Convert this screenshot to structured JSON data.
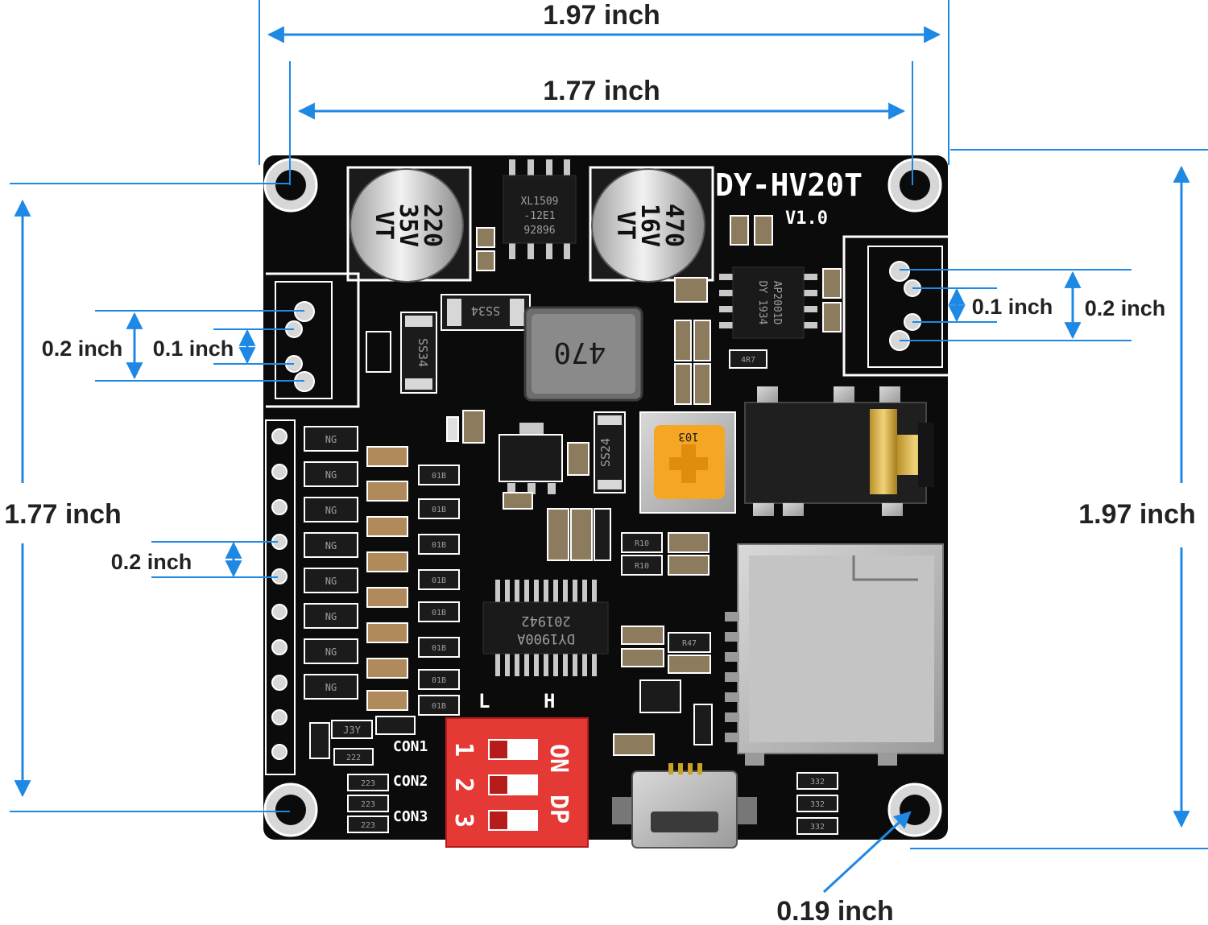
{
  "board": {
    "model": "DY-HV20T",
    "version": "V1.0",
    "capacitor_left": [
      "220",
      "35V",
      "VT"
    ],
    "capacitor_right": [
      "470",
      "16V",
      "VT"
    ],
    "regulator_ic": [
      "XL1509",
      "-12E1",
      "92896"
    ],
    "amp_ic": [
      "AP2001D",
      "DY 1934"
    ],
    "inductor": "470",
    "diode_1": "SS34",
    "diode_2": "SS34",
    "diode_3": "SS24",
    "trimmer": "103",
    "main_ic": [
      "201942",
      "DY1900A"
    ],
    "transistor": "J3Y",
    "connector_labels": [
      "CON1",
      "CON2",
      "CON3"
    ],
    "dip_switch": {
      "top_labels": [
        "L",
        "H"
      ],
      "side_labels": [
        "ON",
        "DP"
      ],
      "numbers": [
        "1",
        "2",
        "3"
      ]
    },
    "resistor_marks": [
      "NG",
      "01B",
      "332",
      "223",
      "R10",
      "R47",
      "222",
      "4R7"
    ]
  },
  "dimensions": {
    "width_outer": "1.97 inch",
    "width_holes": "1.77 inch",
    "height_outer": "1.97 inch",
    "height_holes": "1.77 inch",
    "pitch_left_a": "0.2 inch",
    "pitch_left_b": "0.1 inch",
    "pitch_right_a": "0.1 inch",
    "pitch_right_b": "0.2 inch",
    "pin_pitch": "0.2 inch",
    "hole_diameter": "0.19 inch"
  },
  "colors": {
    "pcb": "#0b0b0b",
    "silkscreen": "#ffffff",
    "dimension_line": "#1e88e5",
    "dip_switch": "#e53935",
    "trimmer": "#f5a623",
    "metal": "#bdbdbd",
    "gold": "#c9a227"
  }
}
